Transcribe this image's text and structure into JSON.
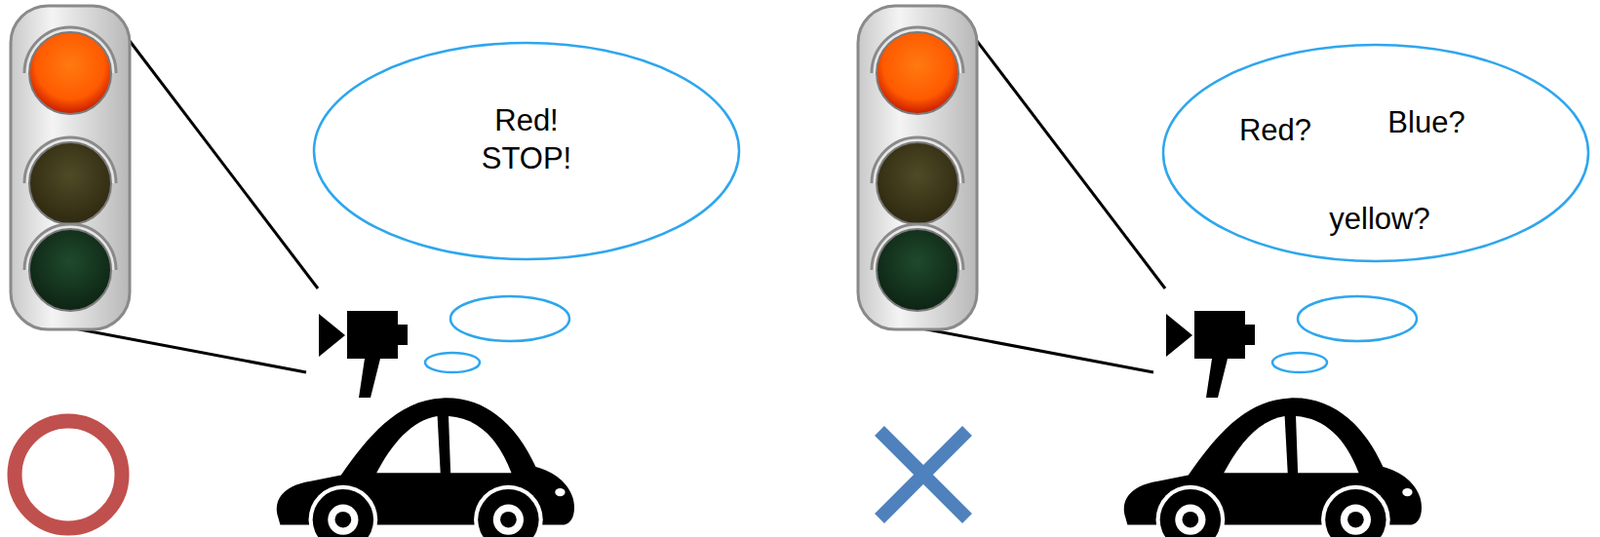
{
  "diagram": {
    "nodes": [
      {
        "text": [
          "Red! STOP!"
        ]
      },
      {
        "text": [
          "Red?",
          "Blue?",
          "yellow?"
        ]
      }
    ]
  }
}
